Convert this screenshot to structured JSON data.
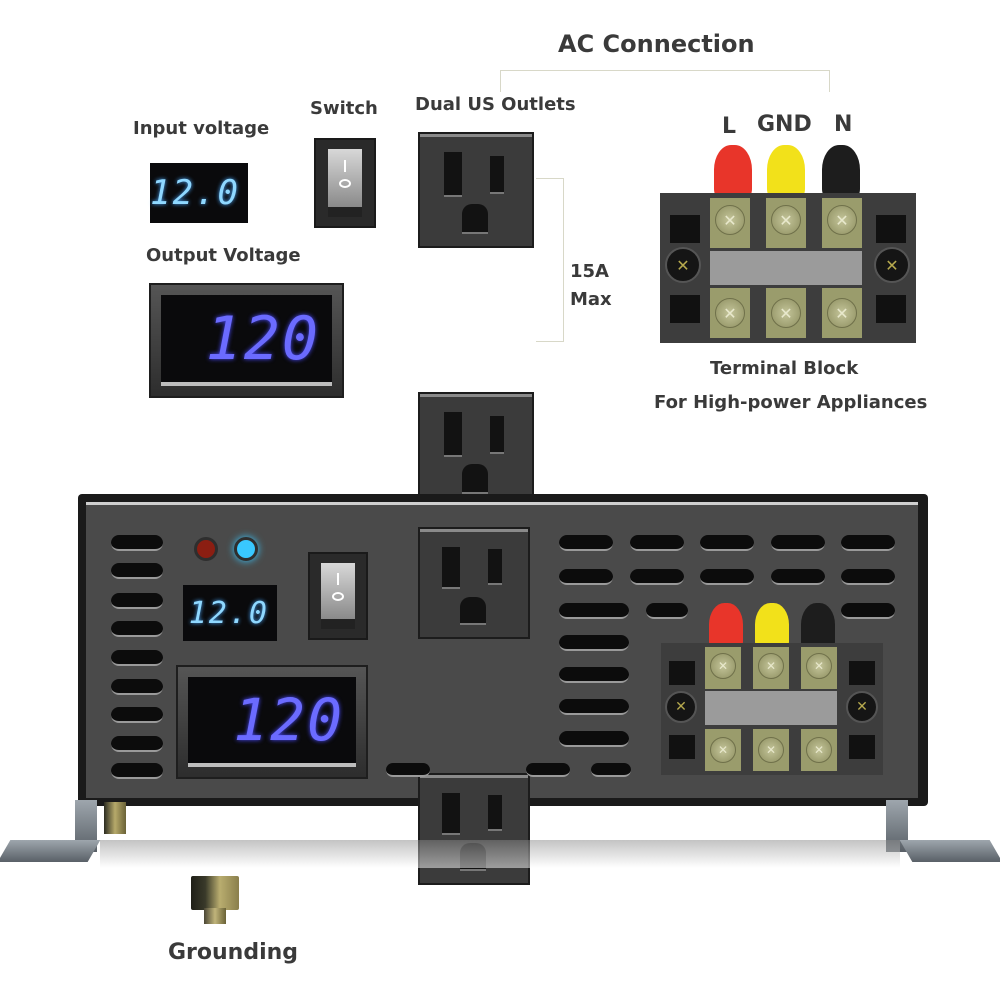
{
  "labels": {
    "ac_connection": "AC Connection",
    "input_voltage": "Input voltage",
    "switch": "Switch",
    "dual_us_outlets": "Dual US Outlets",
    "output_voltage": "Output Voltage",
    "max_current_line1": "15A",
    "max_current_line2": "Max",
    "terminal_l": "L",
    "terminal_gnd": "GND",
    "terminal_n": "N",
    "terminal_block_line1": "Terminal Block",
    "terminal_block_line2": "For High-power Appliances",
    "grounding": "Grounding"
  },
  "displays": {
    "input_voltage_reading": "12.0",
    "output_voltage_reading": "120"
  },
  "indicators": {
    "fault_led_color": "#8b1e12",
    "power_led_color": "#39c8ff"
  },
  "terminal_caps": [
    {
      "name": "L",
      "color": "#e8352a"
    },
    {
      "name": "GND",
      "color": "#f2e11a"
    },
    {
      "name": "N",
      "color": "#1d1d1d"
    }
  ],
  "colors": {
    "panel": "#4a4a4a",
    "label_text": "#3a3a3a",
    "led_input": "#8fd8ff",
    "led_output": "#6b6bff"
  }
}
